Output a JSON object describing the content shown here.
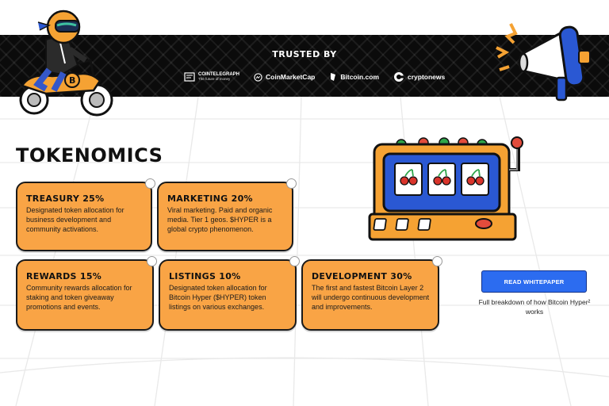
{
  "trusted": {
    "title": "TRUSTED BY",
    "logos": [
      {
        "name": "COINTELEGRAPH",
        "tagline": "The future of money",
        "icon": "cointelegraph-icon"
      },
      {
        "name": "CoinMarketCap",
        "icon": "coinmarketcap-icon"
      },
      {
        "name": "Bitcoin.com",
        "icon": "bitcoin-com-icon"
      },
      {
        "name": "cryptonews",
        "icon": "cryptonews-icon"
      }
    ]
  },
  "tokenomics": {
    "title": "TOKENOMICS",
    "cards": [
      {
        "title": "TREASURY 25%",
        "body": "Designated token allocation for business development and community activations."
      },
      {
        "title": "MARKETING 20%",
        "body": "Viral marketing. Paid and organic media. Tier 1 geos. $HYPER is a global crypto phenomenon."
      },
      {
        "title": "REWARDS 15%",
        "body": "Community rewards allocation for staking and token giveaway promotions and events."
      },
      {
        "title": "LISTINGS 10%",
        "body": "Designated token allocation for Bitcoin Hyper ($HYPER) token listings on various exchanges."
      },
      {
        "title": "DEVELOPMENT 30%",
        "body": "The first and fastest Bitcoin Layer 2 will undergo continuous development and improvements."
      }
    ]
  },
  "whitepaper": {
    "button_label": "READ WHITEPAPER",
    "note": "Full breakdown of how Bitcoin Hyper² works"
  },
  "colors": {
    "card": "#f9a445",
    "button": "#2c6cf0",
    "band": "#0b0b0b"
  },
  "icons": [
    "motorbike-rider-illustration",
    "megaphone-illustration",
    "slot-machine-illustration",
    "cherry-icon"
  ]
}
